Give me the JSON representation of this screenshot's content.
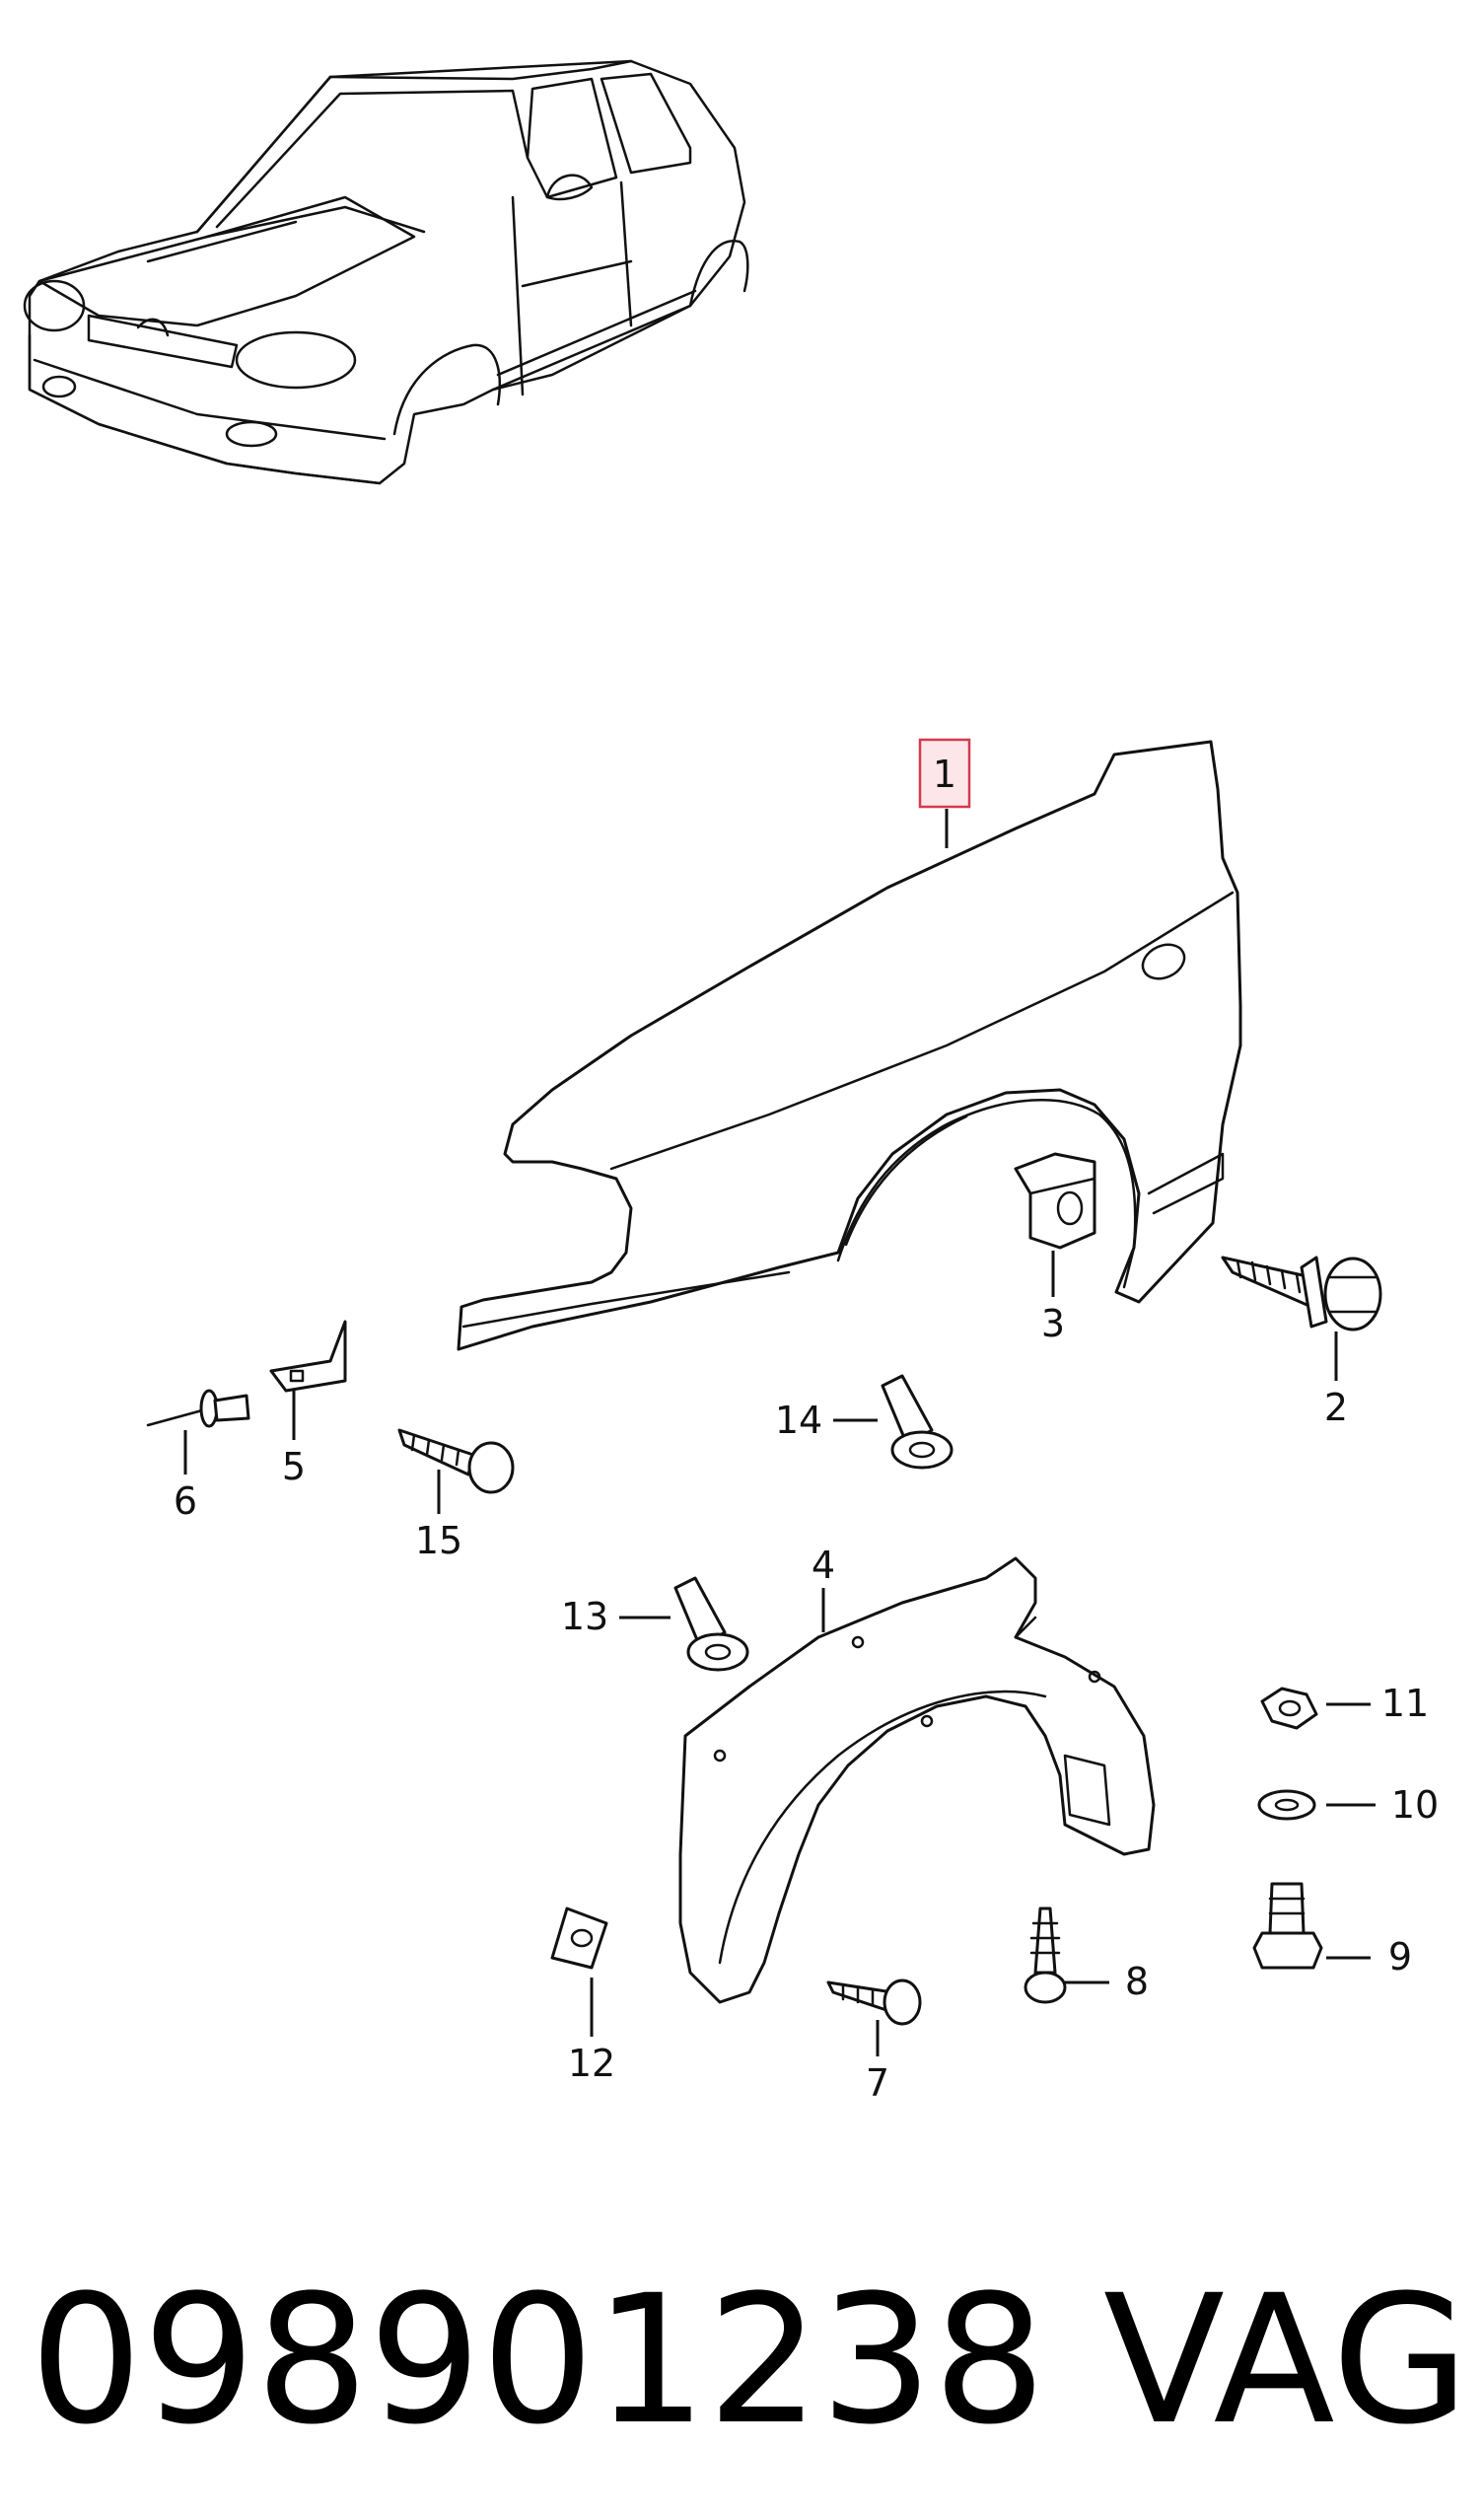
{
  "diagram": {
    "part_labels": {
      "p1": "1",
      "p2": "2",
      "p3": "3",
      "p4": "4",
      "p5": "5",
      "p6": "6",
      "p7": "7",
      "p8": "8",
      "p9": "9",
      "p10": "10",
      "p11": "11",
      "p12": "12",
      "p13": "13",
      "p14": "14",
      "p15": "15"
    },
    "highlighted_part": "1"
  },
  "footer": {
    "part_number": "098901238",
    "brand": "VAG"
  }
}
